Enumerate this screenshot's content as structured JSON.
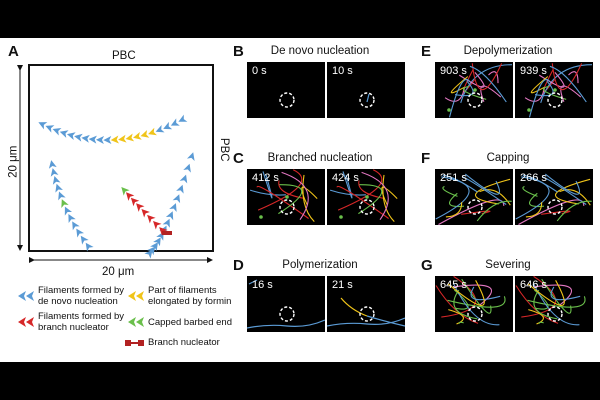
{
  "panel_a": {
    "letter": "A",
    "top_label": "PBC",
    "right_label": "PBC",
    "left_dimension": "20 μm",
    "bottom_dimension": "20 μm",
    "legend": [
      {
        "icon": "blue-chevron-icon",
        "text": "Filaments formed by de novo nucleation",
        "color": "#5b9bd5"
      },
      {
        "icon": "yellow-chevron-icon",
        "text": "Part of filaments elongated by formin",
        "color": "#f0c419"
      },
      {
        "icon": "red-chevron-icon",
        "text": "Filaments formed by branch nucleator",
        "color": "#d62728"
      },
      {
        "icon": "green-chevron-icon",
        "text": "Capped barbed end",
        "color": "#6abf4b"
      },
      {
        "icon": "branch-nucleator-icon",
        "text": "Branch nucleator",
        "color": "#b22222"
      }
    ]
  },
  "panels": [
    {
      "letter": "B",
      "title": "De novo nucleation",
      "times": [
        "0 s",
        "10 s"
      ]
    },
    {
      "letter": "C",
      "title": "Branched nucleation",
      "times": [
        "412 s",
        "424 s"
      ]
    },
    {
      "letter": "D",
      "title": "Polymerization",
      "times": [
        "16 s",
        "21 s"
      ]
    },
    {
      "letter": "E",
      "title": "Depolymerization",
      "times": [
        "903 s",
        "939 s"
      ]
    },
    {
      "letter": "F",
      "title": "Capping",
      "times": [
        "251 s",
        "266 s"
      ]
    },
    {
      "letter": "G",
      "title": "Severing",
      "times": [
        "645 s",
        "646 s"
      ]
    }
  ]
}
